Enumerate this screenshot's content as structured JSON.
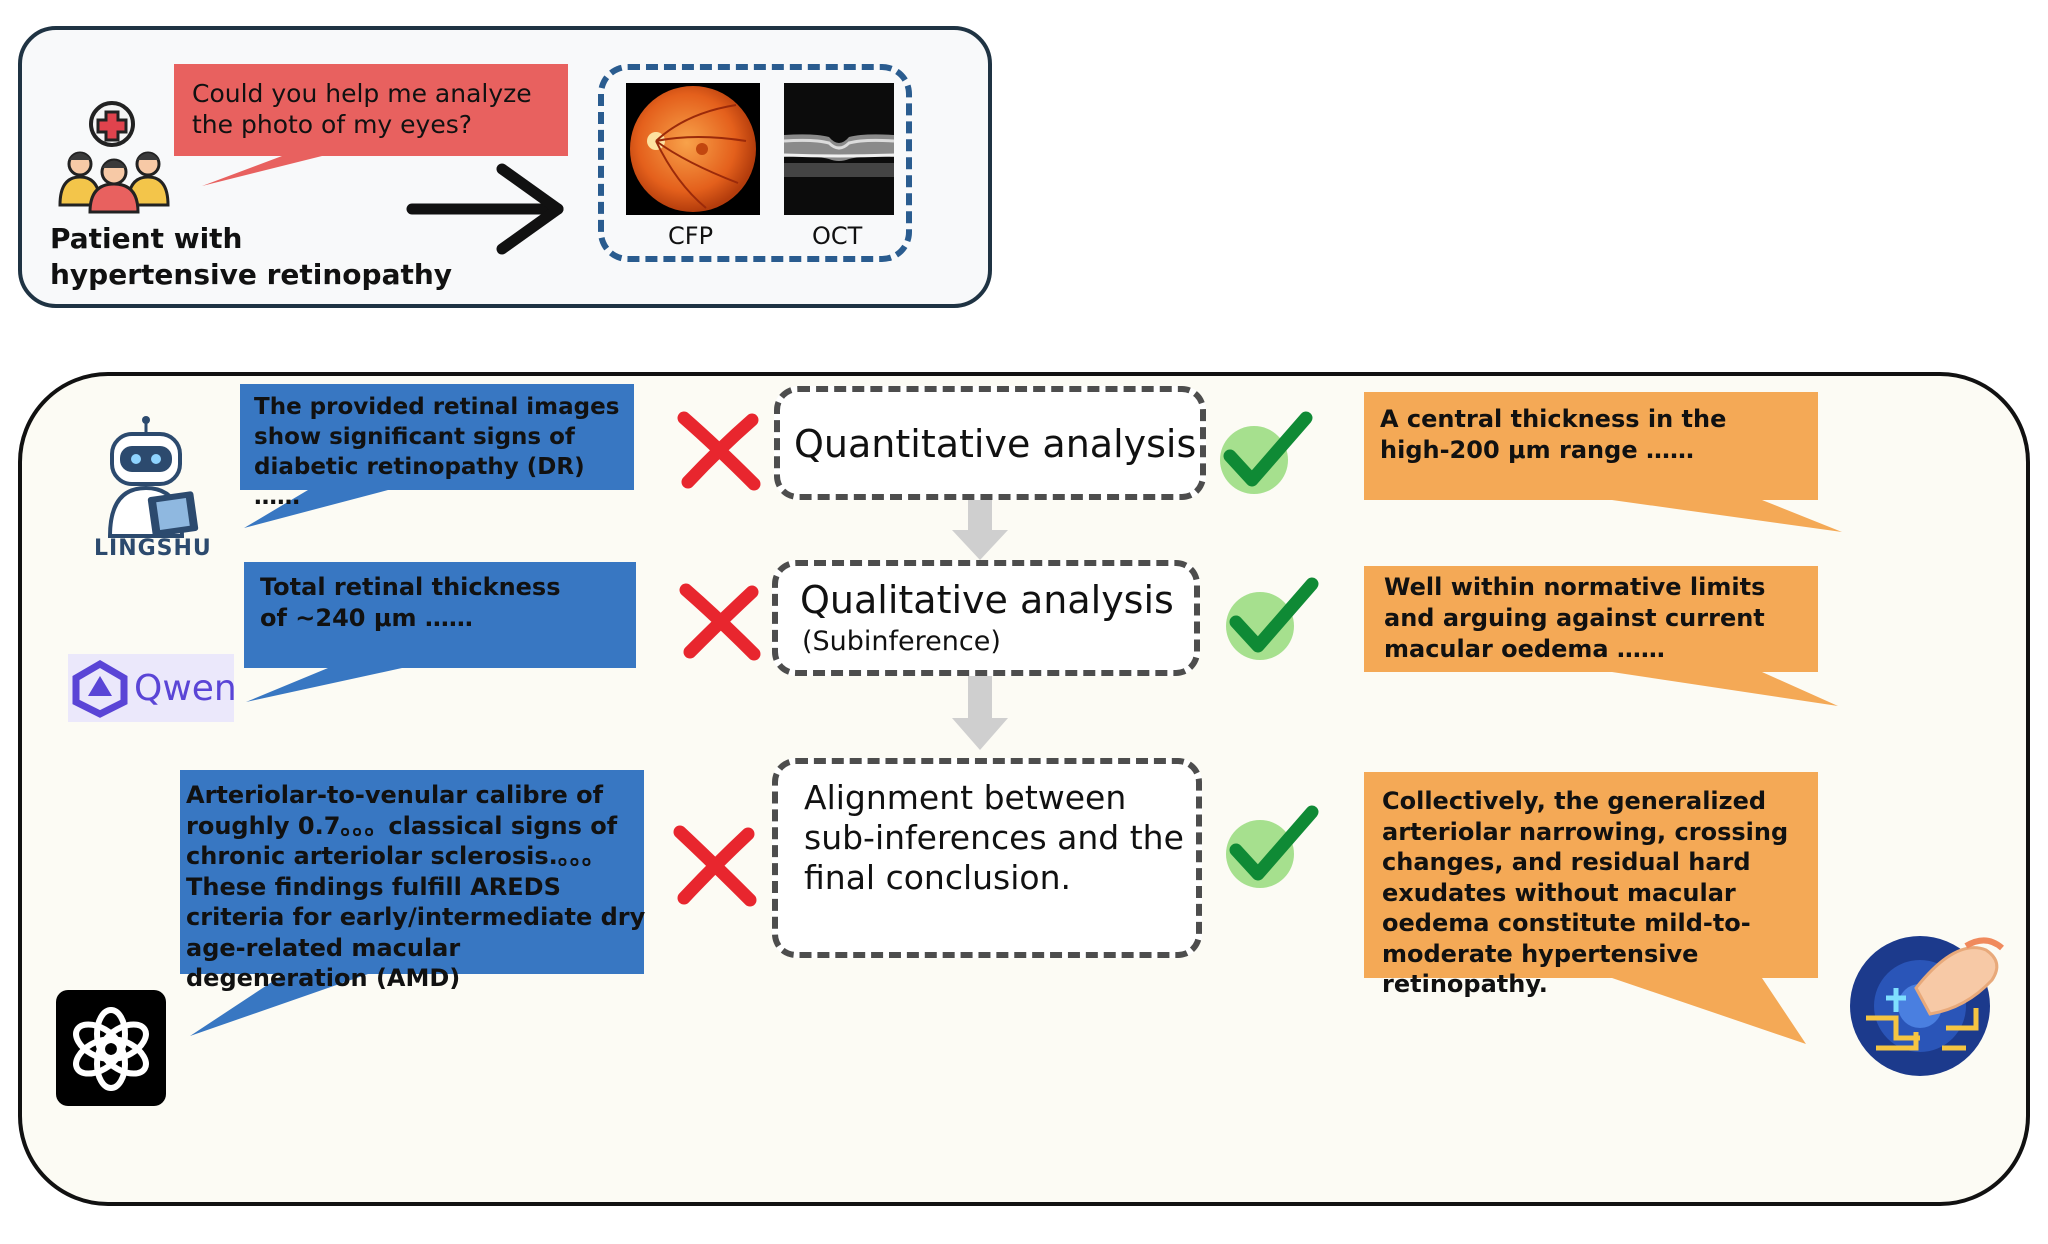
{
  "patient": {
    "question": "Could you help me analyze the photo of my eyes?",
    "label_line1": "Patient with",
    "label_line2": "hypertensive retinopathy"
  },
  "images": {
    "cfp_label": "CFP",
    "oct_label": "OCT"
  },
  "models": {
    "lingshu_label": "LINGSHU",
    "qwen_label": "Qwen"
  },
  "wrong_answers": [
    "The provided retinal images show significant signs of  diabetic retinopathy (DR) ……",
    "Total retinal thickness of ~240 μm ……",
    "Arteriolar-to-venular calibre of roughly 0.7。。。classical signs of chronic arteriolar sclerosis.。。。These findings fulfill AREDS criteria for early/intermediate dry age-related macular degeneration (AMD)"
  ],
  "steps": {
    "quantitative": "Quantitative analysis",
    "qualitative": "Qualitative analysis",
    "qualitative_sub": "(Subinference)",
    "alignment": "Alignment between sub-inferences and the final conclusion."
  },
  "correct_answers": [
    "A central thickness in the high-200 μm range ……",
    "Well within normative limits and arguing against current macular oedema ……",
    "Collectively, the generalized arteriolar narrowing, crossing changes, and residual hard exudates without macular oedema constitute mild-to-moderate hypertensive retinopathy."
  ],
  "colors": {
    "wrong_bubble": "#3877c2",
    "correct_bubble": "#f4a956",
    "question_bubble": "#e8615f",
    "cross": "#e8262e",
    "check": "#0f8a35",
    "check_bg": "#a6e08e"
  }
}
